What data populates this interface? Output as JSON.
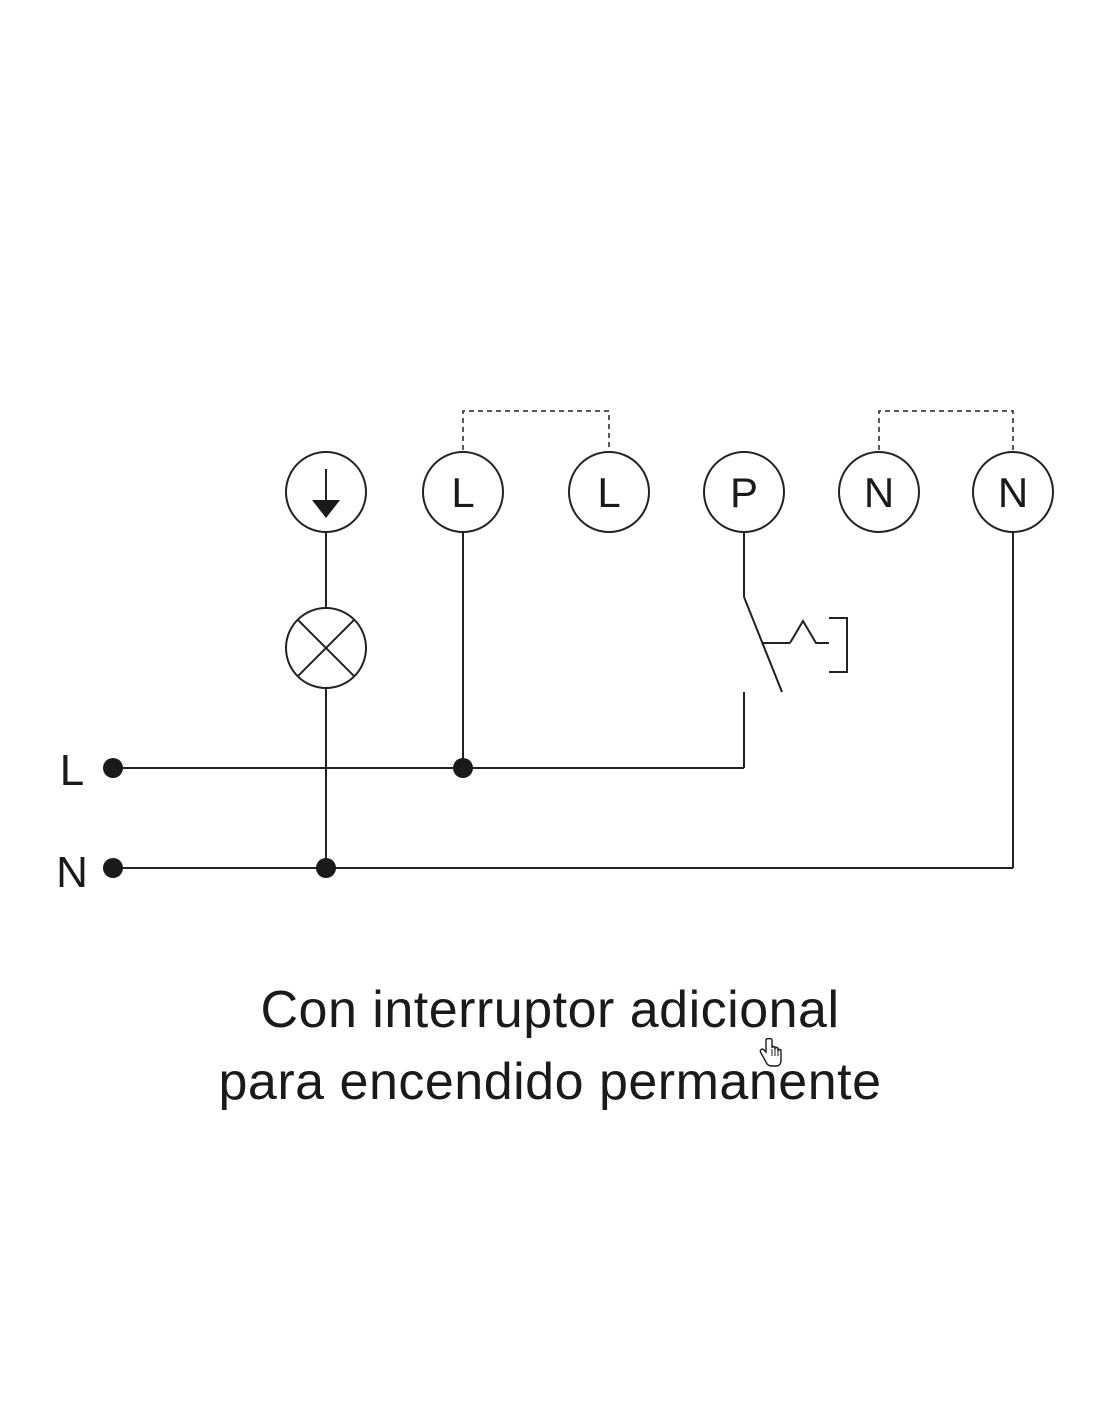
{
  "diagram": {
    "terminals": [
      {
        "id": "ground",
        "label": "",
        "icon": "ground-icon"
      },
      {
        "id": "L1",
        "label": "L"
      },
      {
        "id": "L2",
        "label": "L"
      },
      {
        "id": "P",
        "label": "P"
      },
      {
        "id": "N1",
        "label": "N"
      },
      {
        "id": "N2",
        "label": "N"
      }
    ],
    "supply": {
      "line_label": "L",
      "neutral_label": "N"
    },
    "components": {
      "lamp": "lamp-icon",
      "switch": "pushbutton-switch-icon"
    }
  },
  "caption": {
    "line1": "Con interruptor adicional",
    "line2": "para encendido permanente"
  },
  "cursor": {
    "icon": "hand-pointer-icon"
  }
}
